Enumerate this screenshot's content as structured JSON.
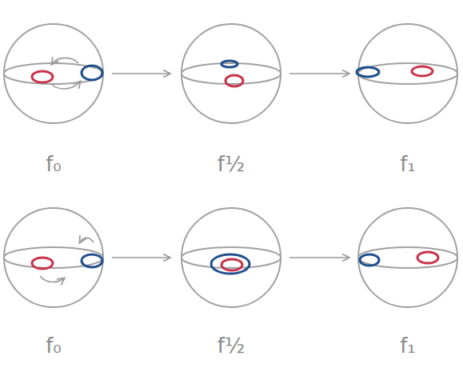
{
  "diagram": {
    "labels": [
      "f₀",
      "f½",
      "f₁",
      "f₀",
      "f½",
      "f₁"
    ]
  }
}
